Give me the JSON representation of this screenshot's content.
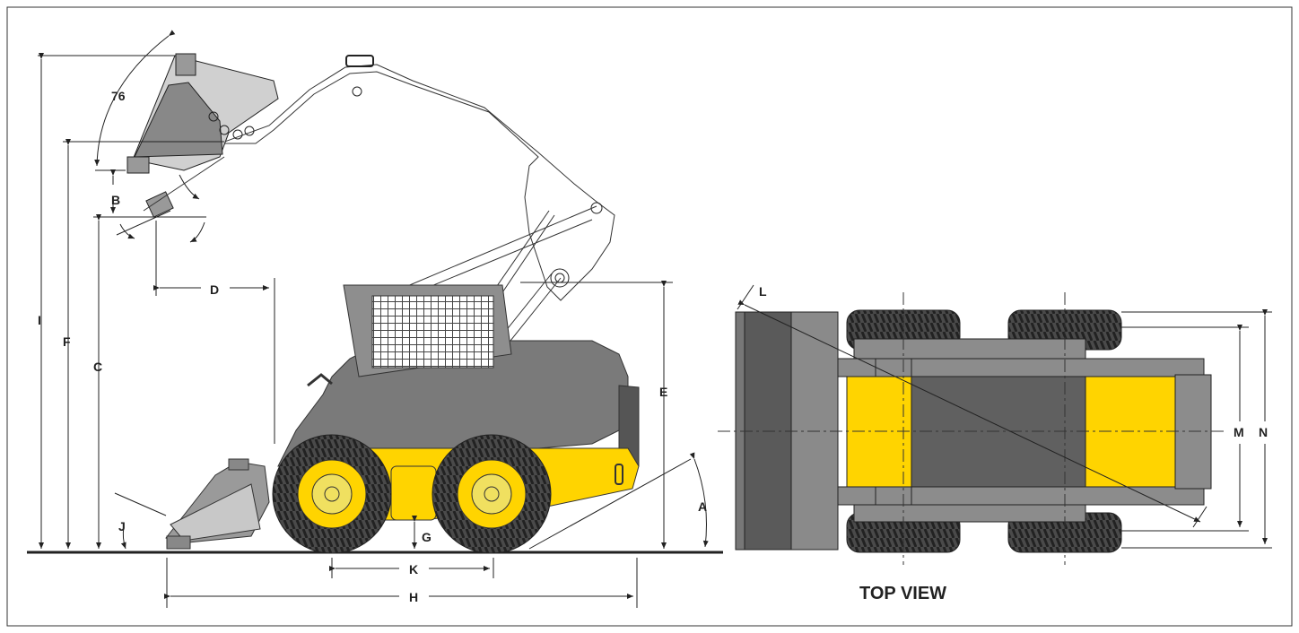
{
  "labels": {
    "angle_value": "76",
    "a": "A",
    "b": "B",
    "c": "C",
    "d": "D",
    "e": "E",
    "f": "F",
    "g": "G",
    "h": "H",
    "i": "I",
    "j": "J",
    "k": "K",
    "l": "L",
    "m": "M",
    "n": "N"
  },
  "top_view_title": "TOP VIEW",
  "colors": {
    "body_yellow": "#ffd400",
    "body_gray": "#6e6e6e",
    "light_gray": "#9a9a9a",
    "dark_gray": "#4a4a4a",
    "line": "#222222"
  }
}
